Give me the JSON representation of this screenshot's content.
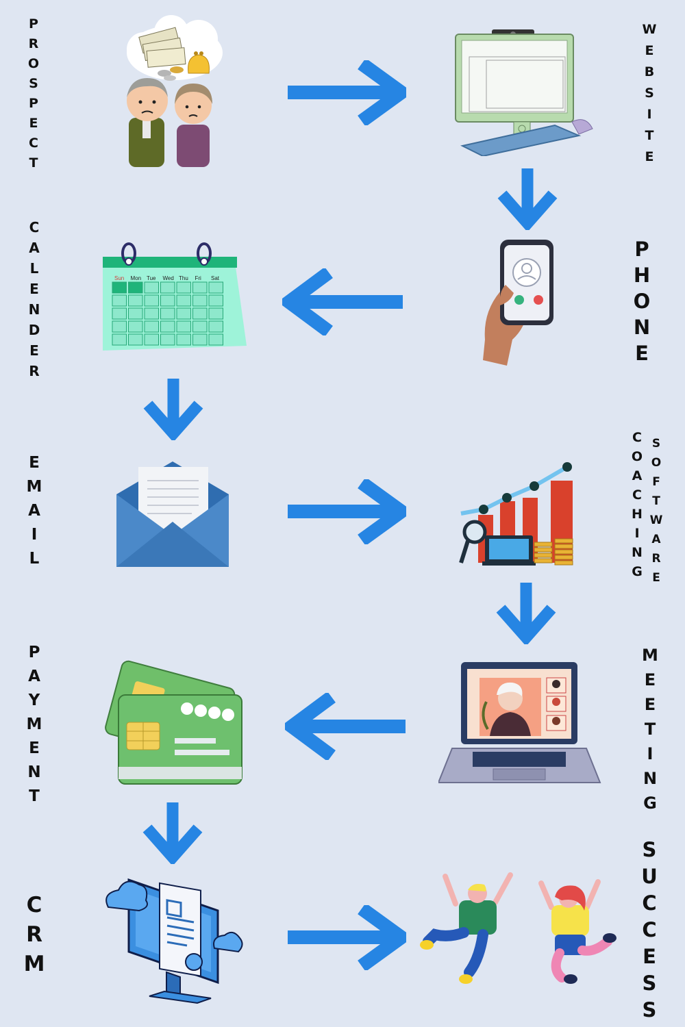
{
  "steps": [
    {
      "label": "PROSPECT"
    },
    {
      "label": "WEBSITE"
    },
    {
      "label": "PHONE"
    },
    {
      "label": "CALENDER"
    },
    {
      "label": "EMAIL"
    },
    {
      "label": "COACHING"
    },
    {
      "label": "SOFTWARE"
    },
    {
      "label": "MEETING"
    },
    {
      "label": "PAYMENT"
    },
    {
      "label": "CRM"
    },
    {
      "label": "SUCCESS"
    }
  ],
  "calendar_days": [
    "Sun",
    "Mon",
    "Tue",
    "Wed",
    "Thu",
    "Fri",
    "Sat"
  ],
  "colors": {
    "arrow": "#2685e3",
    "background": "#dfe6f2"
  }
}
